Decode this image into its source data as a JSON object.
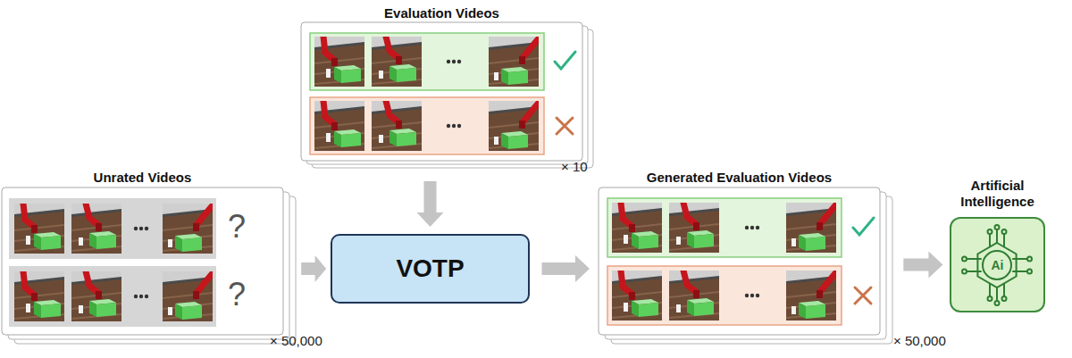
{
  "diagram": {
    "nodes": [
      {
        "text": [
          "Evaluation Videos"
        ]
      },
      {
        "text": [
          "Unrated Videos"
        ]
      },
      {
        "text": [
          "VOTP"
        ]
      },
      {
        "text": [
          "Generated Evaluation Videos"
        ]
      },
      {
        "text": [
          "Artificial Intelligence",
          "Ai"
        ]
      }
    ],
    "edges": [
      {
        "from": 0,
        "to": 2,
        "arrow": "to"
      },
      {
        "from": 1,
        "to": 2,
        "arrow": "to"
      },
      {
        "from": 2,
        "to": 3,
        "arrow": "to"
      },
      {
        "from": 3,
        "to": 4,
        "arrow": "to"
      }
    ],
    "labels": [
      "× 10",
      "?",
      "?",
      "× 50,000",
      "× 50,000"
    ]
  }
}
